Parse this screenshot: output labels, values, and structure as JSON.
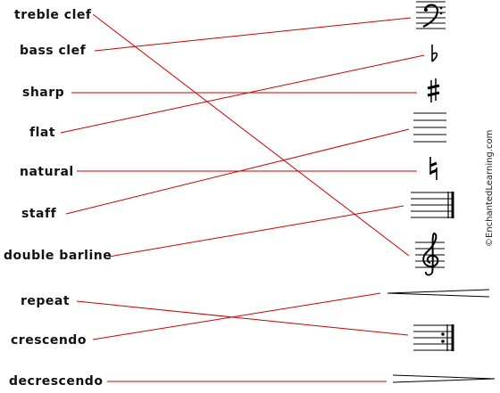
{
  "terms": [
    "treble clef",
    "bass clef",
    "sharp",
    "flat",
    "natural",
    "staff",
    "double barline",
    "repeat",
    "crescendo",
    "decrescendo"
  ],
  "symbols": [
    "bass-clef-icon",
    "flat-icon",
    "sharp-icon",
    "staff-icon",
    "natural-icon",
    "double-barline-icon",
    "treble-clef-icon",
    "crescendo-icon",
    "repeat-icon",
    "decrescendo-icon"
  ],
  "credit": "©EnchantedLearning.com",
  "colors": {
    "line": "#cc0000",
    "ink": "#000000"
  }
}
